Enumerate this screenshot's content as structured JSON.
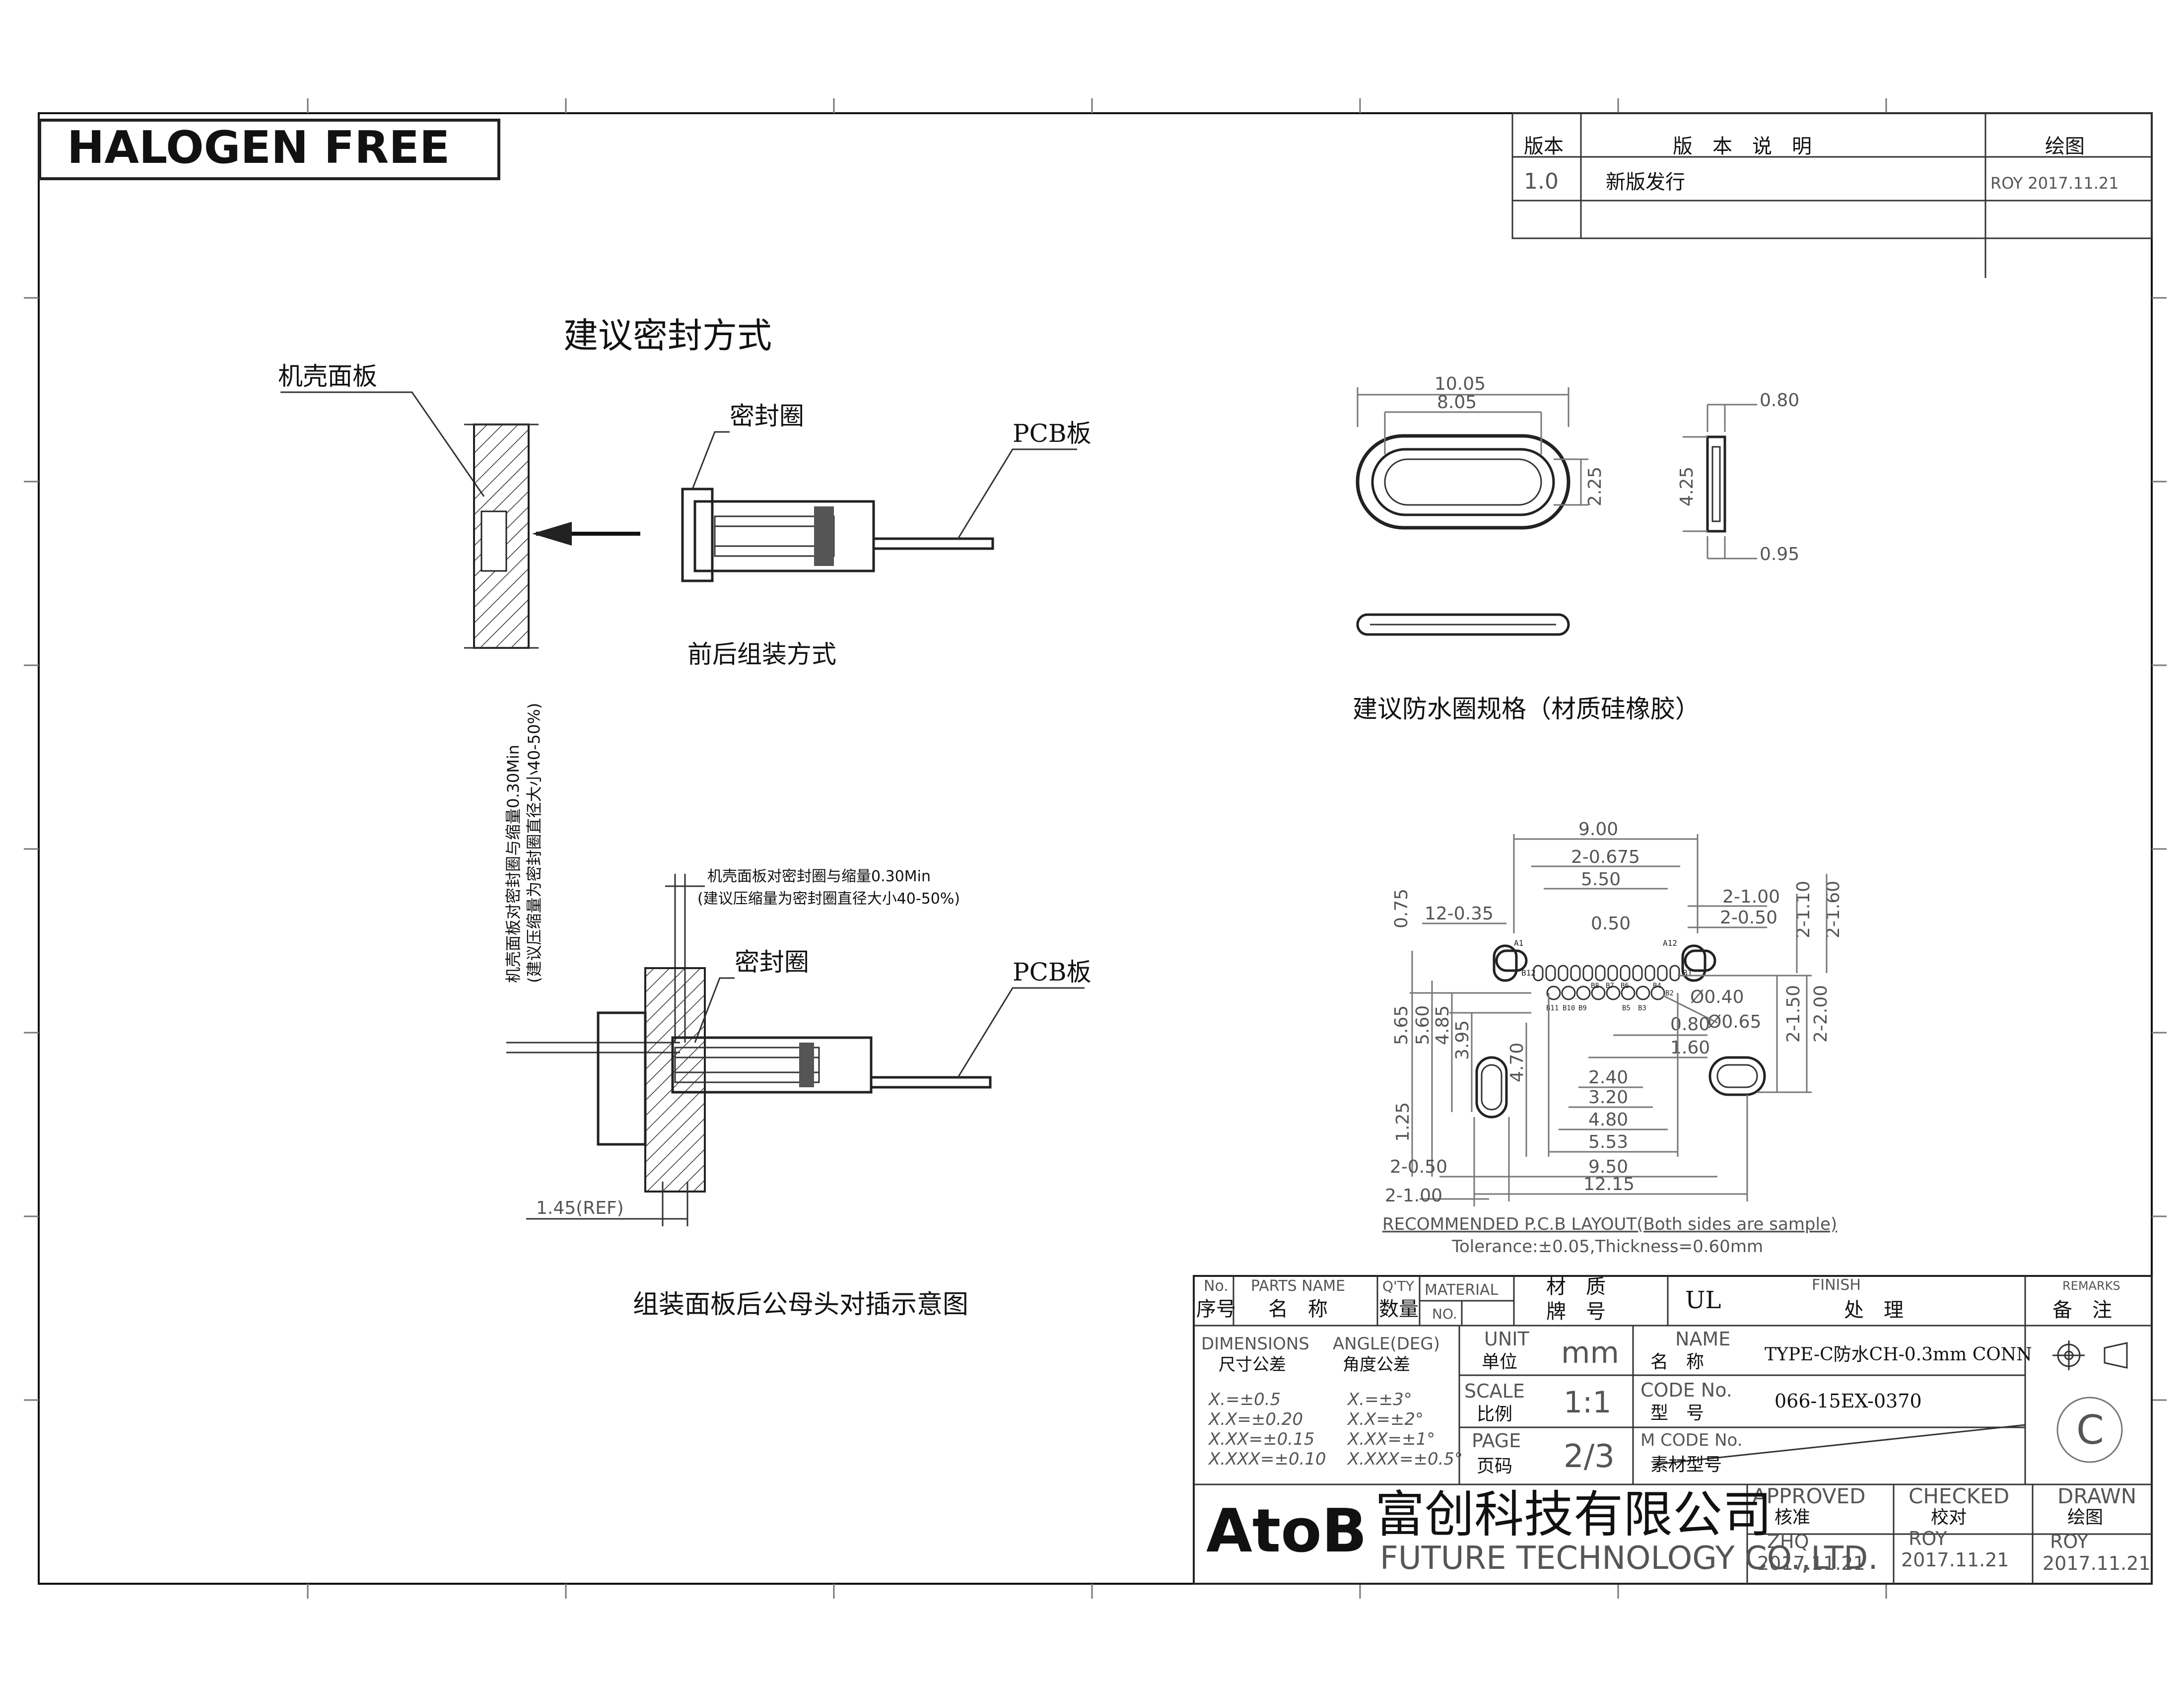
{
  "header": {
    "halogen_label": "HALOGEN FREE"
  },
  "revision": {
    "col_version": "版本",
    "col_desc": "版　本　说　明",
    "col_drawn": "绘图",
    "row_version": "1.0",
    "row_desc": "新版发行",
    "row_drawn": "ROY 2017.11.21"
  },
  "sealing": {
    "title": "建议密封方式",
    "panel_label": "机壳面板",
    "seal_label": "密封圈",
    "pcb_label": "PCB板",
    "caption": "前后组装方式"
  },
  "assembly": {
    "side_note_1": "机壳面板对密封圈与缩量0.30Min",
    "side_note_2": "(建议压缩量为密封圈直径大小40-50%)",
    "top_note_1": "机壳面板对密封圈与缩量0.30Min",
    "top_note_2": "(建议压缩量为密封圈直径大小40-50%)",
    "seal_label": "密封圈",
    "pcb_label": "PCB板",
    "ref_dim": "1.45(REF)",
    "caption": "组装面板后公母头对插示意图"
  },
  "ring": {
    "dim_outer": "10.05",
    "dim_inner": "8.05",
    "dim_height": "2.25",
    "dim_side_h": "4.25",
    "dim_side_top": "0.80",
    "dim_side_bot": "0.95",
    "caption": "建议防水圈规格（材质硅橡胶）"
  },
  "pcb_layout": {
    "d_900": "9.00",
    "d_2_0675": "2-0.675",
    "d_550": "5.50",
    "d_12_035": "12-0.35",
    "d_050": "0.50",
    "d_075": "0.75",
    "d_2_100a": "2-1.00",
    "d_2_050a": "2-0.50",
    "d_2_110": "2-1.10",
    "d_2_160": "2-1.60",
    "d_040": "Ø0.40",
    "d_065": "Ø0.65",
    "d_080": "0.80",
    "d_160": "1.60",
    "d_565": "5.65",
    "d_560": "5.60",
    "d_485": "4.85",
    "d_395": "3.95",
    "d_470": "4.70",
    "d_2_150": "2-1.50",
    "d_2_200": "2-2.00",
    "d_240": "2.40",
    "d_320": "3.20",
    "d_480": "4.80",
    "d_553": "5.53",
    "d_950": "9.50",
    "d_1215": "12.15",
    "d_125": "1.25",
    "d_2_050b": "2-0.50",
    "d_2_100b": "2-1.00",
    "pin_a1": "A1",
    "pin_a12": "A12",
    "pin_b12": "B12",
    "pin_b1": "B1",
    "pin_b11": "B11",
    "pin_b10": "B10",
    "pin_b9": "B9",
    "pin_b5": "B5",
    "pin_b3": "B3",
    "pin_b2": "B2",
    "pin_b6": "B6",
    "pin_b7": "B7",
    "pin_b8": "B8",
    "pin_b4": "B4",
    "title": "RECOMMENDED P.C.B LAYOUT(Both sides are sample)",
    "tolerance": "Tolerance:±0.05,Thickness=0.60mm"
  },
  "title_block": {
    "no_en": "No.",
    "no_cn": "序号",
    "parts_en": "PARTS NAME",
    "parts_cn": "名　称",
    "qty_en": "Q'TY",
    "qty_cn": "数量",
    "material_en": "MATERIAL",
    "material_no": "NO.",
    "material_cn1": "材　质",
    "material_cn2": "牌　号",
    "material_val": "UL",
    "finish_en": "FINISH",
    "finish_cn": "处　理",
    "remarks_en": "REMARKS",
    "remarks_cn": "备　注",
    "dims_en": "DIMENSIONS",
    "dims_cn": "尺寸公差",
    "angle_en": "ANGLE(DEG)",
    "angle_cn": "角度公差",
    "tol1": "X.=±0.5",
    "tol2": "X.X=±0.20",
    "tol3": "X.XX=±0.15",
    "tol4": "X.XXX=±0.10",
    "atol1": "X.=±3°",
    "atol2": "X.X=±2°",
    "atol3": "X.XX=±1°",
    "atol4": "X.XXX=±0.5°",
    "unit_en": "UNIT",
    "unit_cn": "单位",
    "unit_val": "mm",
    "scale_en": "SCALE",
    "scale_cn": "比例",
    "scale_val": "1:1",
    "page_en": "PAGE",
    "page_cn": "页码",
    "page_val": "2/3",
    "name_en": "NAME",
    "name_cn": "名　称",
    "name_val": "TYPE-C防水CH-0.3mm CONN",
    "code_en": "CODE No.",
    "code_cn": "型　号",
    "code_val": "066-15EX-0370",
    "mcode_en": "M CODE No.",
    "mcode_cn": "素材型号",
    "approved_en": "APPROVED",
    "approved_cn": "核准",
    "approved_by": "ZHQ",
    "approved_date": "2017.11.21",
    "checked_en": "CHECKED",
    "checked_cn": "校对",
    "checked_by": "ROY",
    "checked_date": "2017.11.21",
    "drawn_en": "DRAWN",
    "drawn_cn": "绘图",
    "drawn_by": "ROY",
    "drawn_date": "2017.11.21",
    "copyright_mark": "C",
    "logo": "AtoB",
    "company_cn": "富创科技有限公司",
    "company_en": "FUTURE TECHNOLOGY CO.,LTD."
  }
}
